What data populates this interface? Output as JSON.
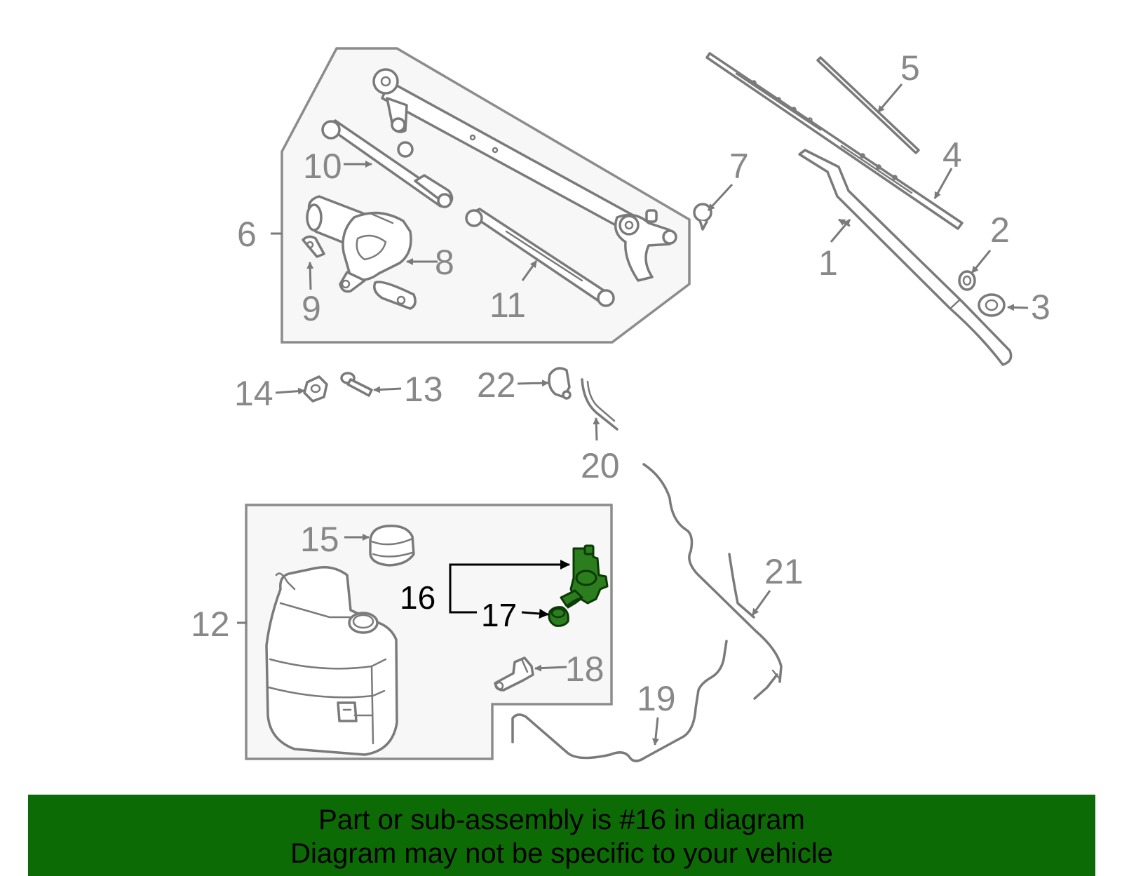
{
  "callouts": {
    "c1": "1",
    "c2": "2",
    "c3": "3",
    "c4": "4",
    "c5": "5",
    "c6": "6",
    "c7": "7",
    "c8": "8",
    "c9": "9",
    "c10": "10",
    "c11": "11",
    "c12": "12",
    "c13": "13",
    "c14": "14",
    "c15": "15",
    "c16": "16",
    "c17": "17",
    "c18": "18",
    "c19": "19",
    "c20": "20",
    "c21": "21",
    "c22": "22"
  },
  "highlighted_part": "16",
  "colors": {
    "banner": "#0d6b06",
    "highlight": "#2b7d1d",
    "outline": "#7a7a7a"
  },
  "banner": {
    "line1": "Part or sub-assembly is #16 in diagram",
    "line2": "Diagram may not be specific to your vehicle"
  }
}
